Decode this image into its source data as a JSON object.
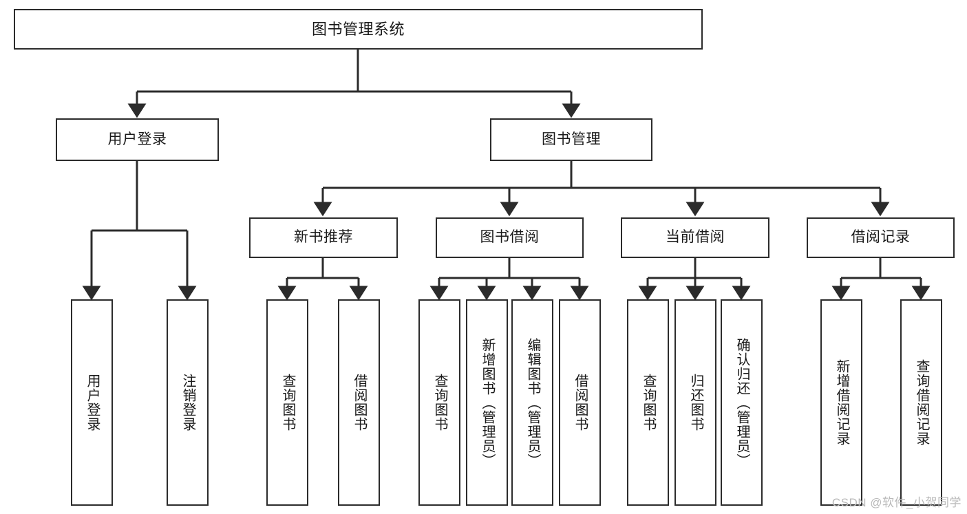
{
  "diagram": {
    "type": "tree-hierarchy",
    "title": "图书管理系统",
    "orientation": "top-down",
    "colors": {
      "box_border": "#2b2b2b",
      "box_fill": "#ffffff",
      "edge": "#2b2b2b",
      "text": "#1a1a1a",
      "watermark": "#b9b9b9",
      "background": "#ffffff"
    }
  },
  "nodes": {
    "root": {
      "label": "图书管理系统"
    },
    "level1": [
      {
        "label": "用户登录"
      },
      {
        "label": "图书管理"
      }
    ],
    "level2": [
      {
        "label": "新书推荐"
      },
      {
        "label": "图书借阅"
      },
      {
        "label": "当前借阅"
      },
      {
        "label": "借阅记录"
      }
    ],
    "leaves": {
      "user_login": [
        {
          "label": "用户登录"
        },
        {
          "label": "注销登录"
        }
      ],
      "new_book_recommend": [
        {
          "label": "查询图书"
        },
        {
          "label": "借阅图书"
        }
      ],
      "book_borrow": [
        {
          "label": "查询图书"
        },
        {
          "label": "新增图书（管理员）"
        },
        {
          "label": "编辑图书（管理员）"
        },
        {
          "label": "借阅图书"
        }
      ],
      "current_borrow": [
        {
          "label": "查询图书"
        },
        {
          "label": "归还图书"
        },
        {
          "label": "确认归还（管理员）"
        }
      ],
      "borrow_record": [
        {
          "label": "新增借阅记录"
        },
        {
          "label": "查询借阅记录"
        }
      ]
    }
  },
  "watermark": {
    "text": "CSDN @软件_小贺同学"
  }
}
